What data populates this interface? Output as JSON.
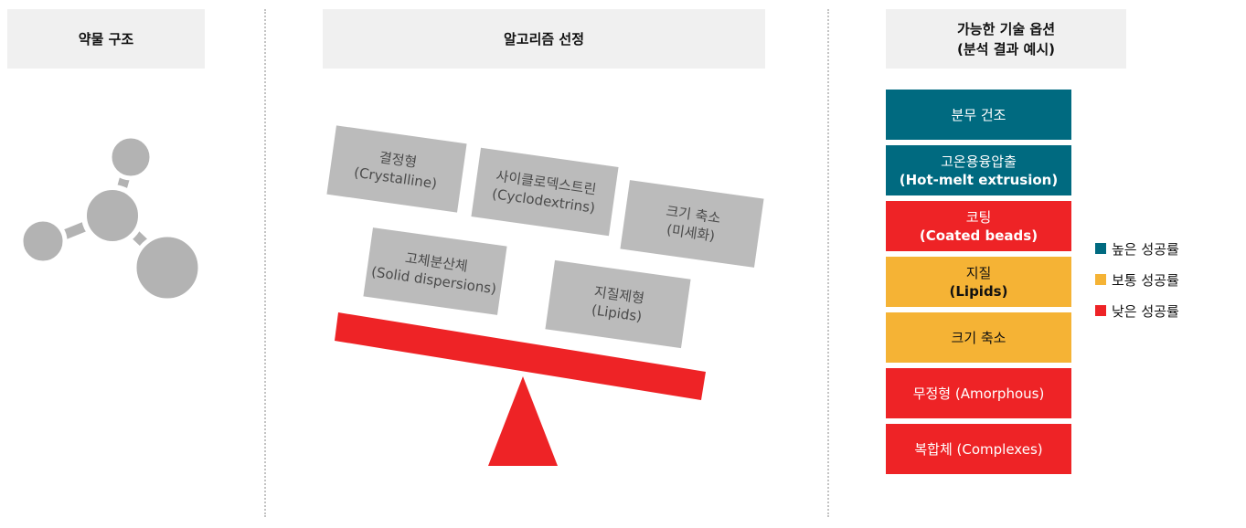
{
  "headers": {
    "drug_structure": "약물 구조",
    "algorithm": "알고리즘 선정",
    "options_line1": "가능한 기술 옵션",
    "options_line2": "(분석 결과 예시)"
  },
  "panels": [
    {
      "line1": "결정형",
      "line2": "(Crystalline)"
    },
    {
      "line1": "사이클로덱스트린",
      "line2": "(Cyclodextrins)"
    },
    {
      "line1": "크기 축소",
      "line2": "(미세화)"
    },
    {
      "line1": "고체분산체",
      "line2": "(Solid dispersions)"
    },
    {
      "line1": "지질제형",
      "line2": "(Lipids)"
    }
  ],
  "tech_options": [
    {
      "line1": "분무 건조",
      "line2": "",
      "level": "high"
    },
    {
      "line1": "고온용융압출",
      "line2": "(Hot-melt extrusion)",
      "level": "high"
    },
    {
      "line1": "코팅",
      "line2": "(Coated beads)",
      "level": "low"
    },
    {
      "line1": "지질",
      "line2": "(Lipids)",
      "level": "medium"
    },
    {
      "line1": "크기 축소",
      "line2": "",
      "level": "medium"
    },
    {
      "line1": "무정형 (Amorphous)",
      "line2": "",
      "level": "low"
    },
    {
      "line1": "복합체 (Complexes)",
      "line2": "",
      "level": "low"
    }
  ],
  "legend": [
    {
      "label": "높은 성공률",
      "color": "#006a80"
    },
    {
      "label": "보통 성공률",
      "color": "#f5b335"
    },
    {
      "label": "낮은 성공률",
      "color": "#ee2326"
    }
  ],
  "colors": {
    "high": "#006a80",
    "medium": "#f5b335",
    "low": "#ee2326",
    "panel_gray": "#bbbbbb",
    "molecule_gray": "#b3b3b3",
    "seesaw_red": "#ee2326"
  },
  "icons": {
    "molecule": "molecule-icon"
  }
}
